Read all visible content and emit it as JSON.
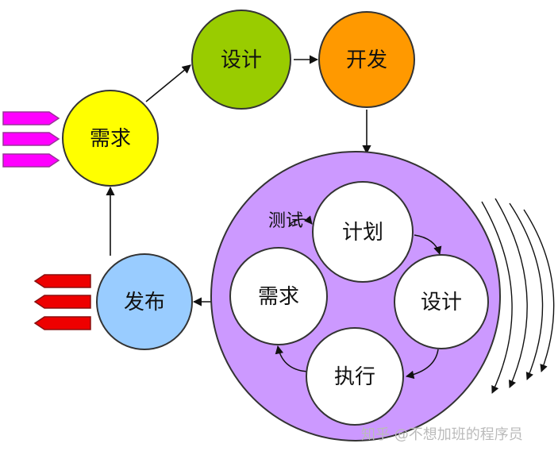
{
  "nodes": {
    "requirements": {
      "label": "需求",
      "color": "#ffff00"
    },
    "design": {
      "label": "设计",
      "color": "#99cc00"
    },
    "develop": {
      "label": "开发",
      "color": "#ff9900"
    },
    "release": {
      "label": "发布",
      "color": "#99ccff"
    }
  },
  "test_cycle": {
    "label": "测试",
    "color": "#cc99ff",
    "steps": {
      "plan": "计划",
      "design": "设计",
      "execute": "执行",
      "requirements": "需求"
    }
  },
  "watermark": {
    "text": "知乎 @不想加班的程序员"
  },
  "colors": {
    "input_arrows": "#ff00ff",
    "output_arrows": "#ee0000",
    "outline": "#333333"
  }
}
